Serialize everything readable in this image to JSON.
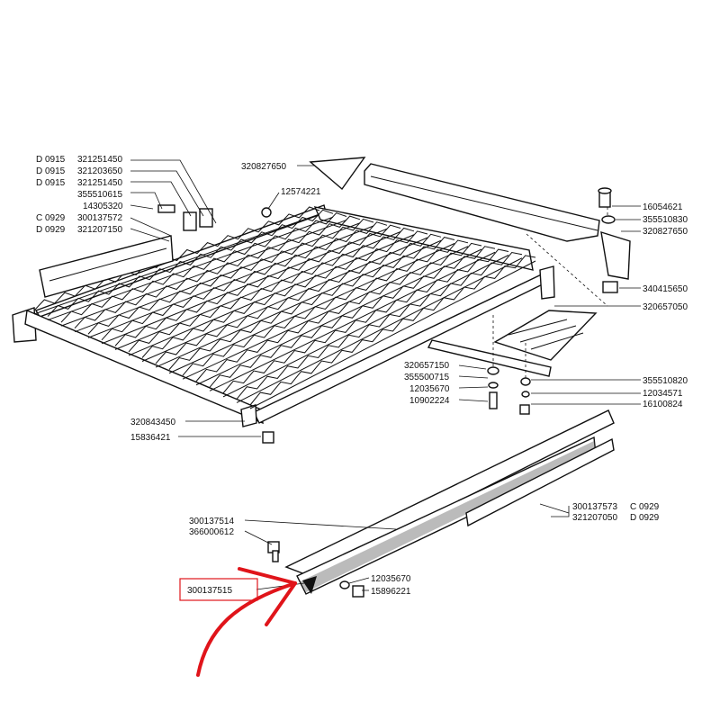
{
  "diagram": {
    "highlight_color": "#e0141a",
    "labels_left_codes": [
      {
        "code": "D 0915",
        "part": "321251450"
      },
      {
        "code": "D 0915",
        "part": "321203650"
      },
      {
        "code": "D 0915",
        "part": "321251450"
      },
      {
        "code": "",
        "part": "355510615"
      },
      {
        "code": "",
        "part": "14305320"
      },
      {
        "code": "C 0929",
        "part": "300137572"
      },
      {
        "code": "D 0929",
        "part": "321207150"
      }
    ],
    "labels_top": [
      "320827650",
      "12574221"
    ],
    "labels_right": [
      "16054621",
      "355510830",
      "320827650",
      "340415650",
      "320657050"
    ],
    "labels_center": [
      "320657150",
      "355500715",
      "12035670",
      "10902224"
    ],
    "labels_right_lower": [
      "355510820",
      "12034571",
      "16100824"
    ],
    "labels_left_lower": [
      "320843450",
      "15836421"
    ],
    "labels_bottom_right": [
      {
        "part": "300137573",
        "code": "C 0929"
      },
      {
        "part": "321207050",
        "code": "D 0929"
      }
    ],
    "labels_bottom_left": [
      "300137514",
      "366000612"
    ],
    "highlighted_part": "300137515",
    "labels_bottom_hardware": [
      "12035670",
      "15896221"
    ]
  }
}
